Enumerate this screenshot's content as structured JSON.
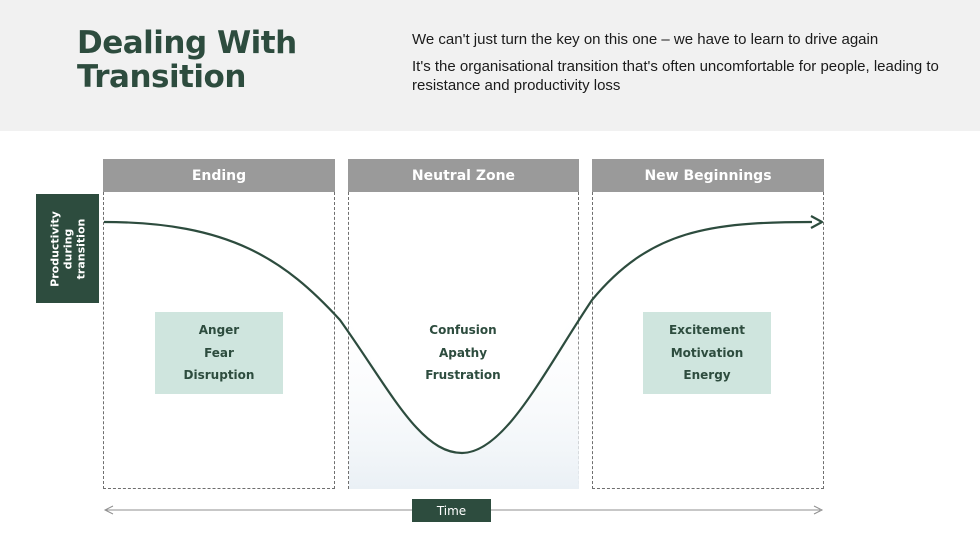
{
  "header": {
    "title_line1": "Dealing With",
    "title_line2": "Transition",
    "desc_line1": "We can't just turn the key on this one – we have to learn to drive again",
    "desc_line2": "It's the organisational transition that's often uncomfortable for people, leading to resistance and productivity loss"
  },
  "diagram": {
    "phases": [
      {
        "label": "Ending",
        "emotions": [
          "Anger",
          "Fear",
          "Disruption"
        ]
      },
      {
        "label": "Neutral Zone",
        "emotions": [
          "Confusion",
          "Apathy",
          "Frustration"
        ]
      },
      {
        "label": "New Beginnings",
        "emotions": [
          "Excitement",
          "Motivation",
          "Energy"
        ]
      }
    ],
    "y_axis": {
      "line1": "Productivity",
      "line2": "during",
      "line3": "transition"
    },
    "x_axis": {
      "label": "Time"
    },
    "colors": {
      "brand_green": "#2d4c3e",
      "mint": "#cfe5de",
      "header_gray": "#9a9a9a",
      "header_band": "#f1f1f1"
    }
  }
}
